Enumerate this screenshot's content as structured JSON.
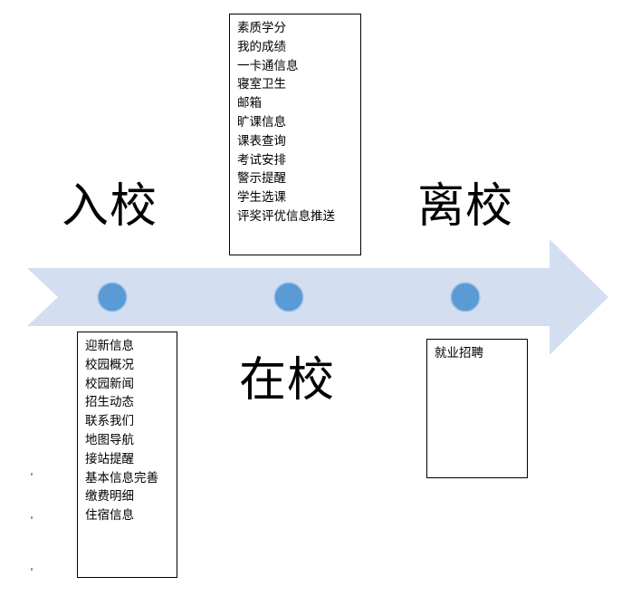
{
  "stages": {
    "enroll": {
      "title": "入校",
      "items": [
        "迎新信息",
        "校园概况",
        "校园新闻",
        "招生动态",
        "联系我们",
        "地图导航",
        "接站提醒",
        "基本信息完善",
        "缴费明细",
        "住宿信息"
      ]
    },
    "during": {
      "title": "在校",
      "items": [
        "素质学分",
        "我的成绩",
        "一卡通信息",
        "寝室卫生",
        "邮箱",
        "旷课信息",
        "课表查询",
        "考试安排",
        "警示提醒",
        "学生选课",
        "评奖评优信息推送"
      ]
    },
    "leave": {
      "title": "离校",
      "items": [
        "就业招聘"
      ]
    }
  },
  "colors": {
    "arrow": "#d3dff0",
    "node": "#5b9bd5",
    "node_stroke": "#a9c6e8"
  }
}
